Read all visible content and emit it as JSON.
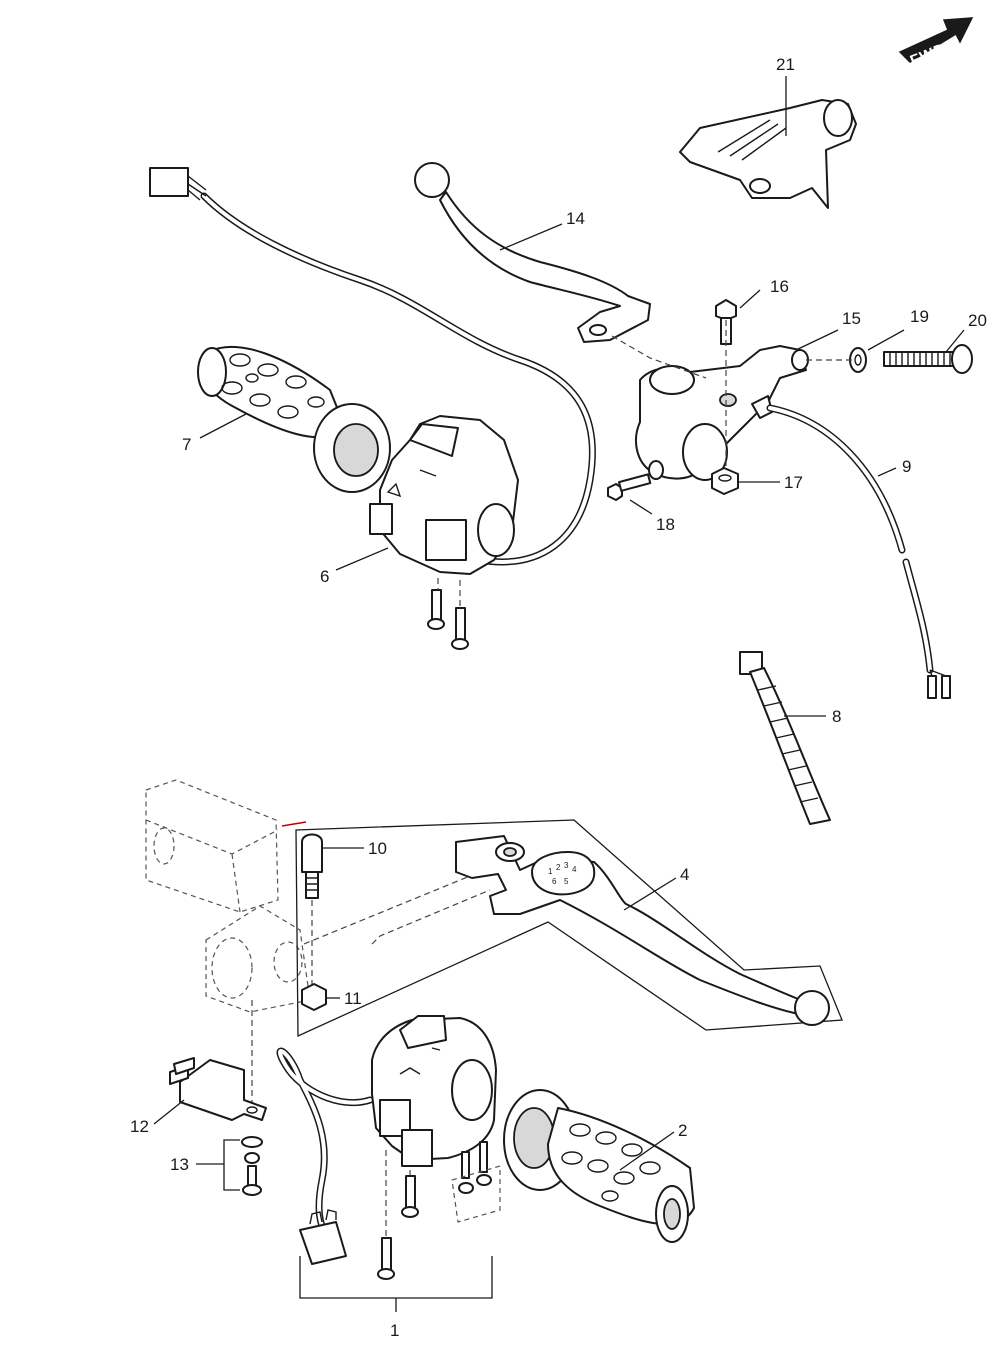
{
  "badge": {
    "fwd": "FWD"
  },
  "callouts": {
    "c1": "1",
    "c2": "2",
    "c4": "4",
    "c6": "6",
    "c7": "7",
    "c8": "8",
    "c9": "9",
    "c10": "10",
    "c11": "11",
    "c12": "12",
    "c13": "13",
    "c14": "14",
    "c15": "15",
    "c16": "16",
    "c17": "17",
    "c18": "18",
    "c19": "19",
    "c20": "20",
    "c21": "21"
  },
  "dial_marks": [
    "1",
    "2",
    "3",
    "4",
    "5",
    "6"
  ]
}
